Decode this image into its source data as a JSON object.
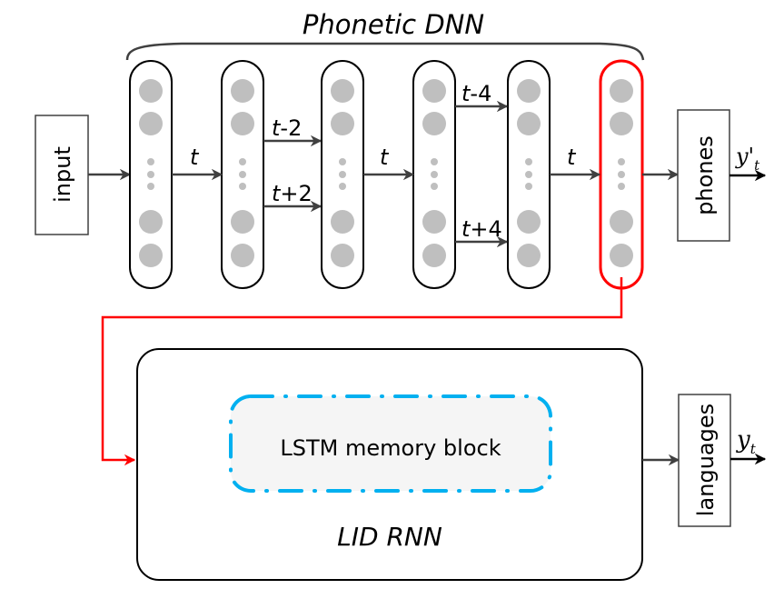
{
  "title": "Phonetic DNN",
  "input_label": "input",
  "phones_label": "phones",
  "phones_output": "y'",
  "phones_output_sub": "t",
  "languages_label": "languages",
  "languages_output": "y",
  "languages_output_sub": "t",
  "lid_label": "LID RNN",
  "lstm_label": "LSTM memory block",
  "layers": [
    {
      "id": "layer-1",
      "highlighted": false
    },
    {
      "id": "layer-2",
      "highlighted": false
    },
    {
      "id": "layer-3",
      "highlighted": false
    },
    {
      "id": "layer-4",
      "highlighted": false
    },
    {
      "id": "layer-5",
      "highlighted": false
    },
    {
      "id": "layer-6-bottleneck",
      "highlighted": true
    }
  ],
  "connections": [
    {
      "from": "input",
      "to": "layer-1",
      "label": ""
    },
    {
      "from": "layer-1",
      "to": "layer-2",
      "label": "t"
    },
    {
      "from": "layer-2",
      "to": "layer-3",
      "label": "t-2",
      "label_var": "t",
      "label_suffix": "-2"
    },
    {
      "from": "layer-2",
      "to": "layer-3",
      "label": "t+2",
      "label_var": "t",
      "label_suffix": "+2"
    },
    {
      "from": "layer-3",
      "to": "layer-4",
      "label": "t"
    },
    {
      "from": "layer-4",
      "to": "layer-5",
      "label": "t-4",
      "label_var": "t",
      "label_suffix": "-4"
    },
    {
      "from": "layer-4",
      "to": "layer-5",
      "label": "t+4",
      "label_var": "t",
      "label_suffix": "+4"
    },
    {
      "from": "layer-5",
      "to": "layer-6-bottleneck",
      "label": "t"
    },
    {
      "from": "layer-6-bottleneck",
      "to": "phones",
      "label": ""
    },
    {
      "from": "layer-6-bottleneck",
      "to": "lid-rnn",
      "label": ""
    },
    {
      "from": "lid-rnn",
      "to": "languages",
      "label": ""
    }
  ],
  "text": {
    "t1": "t",
    "t_minus_2_var": "t",
    "t_minus_2_suf": "-2",
    "t_plus_2_var": "t",
    "t_plus_2_suf": "+2",
    "t3": "t",
    "t_minus_4_var": "t",
    "t_minus_4_suf": "-4",
    "t_plus_4_var": "t",
    "t_plus_4_suf": "+4",
    "t5": "t"
  },
  "colors": {
    "stroke": "#000000",
    "arrow": "#404040",
    "neuron": "#bfbfbf",
    "highlight": "#ff0000",
    "lstm_border": "#00b0f0",
    "lstm_fill": "#f5f5f5"
  }
}
